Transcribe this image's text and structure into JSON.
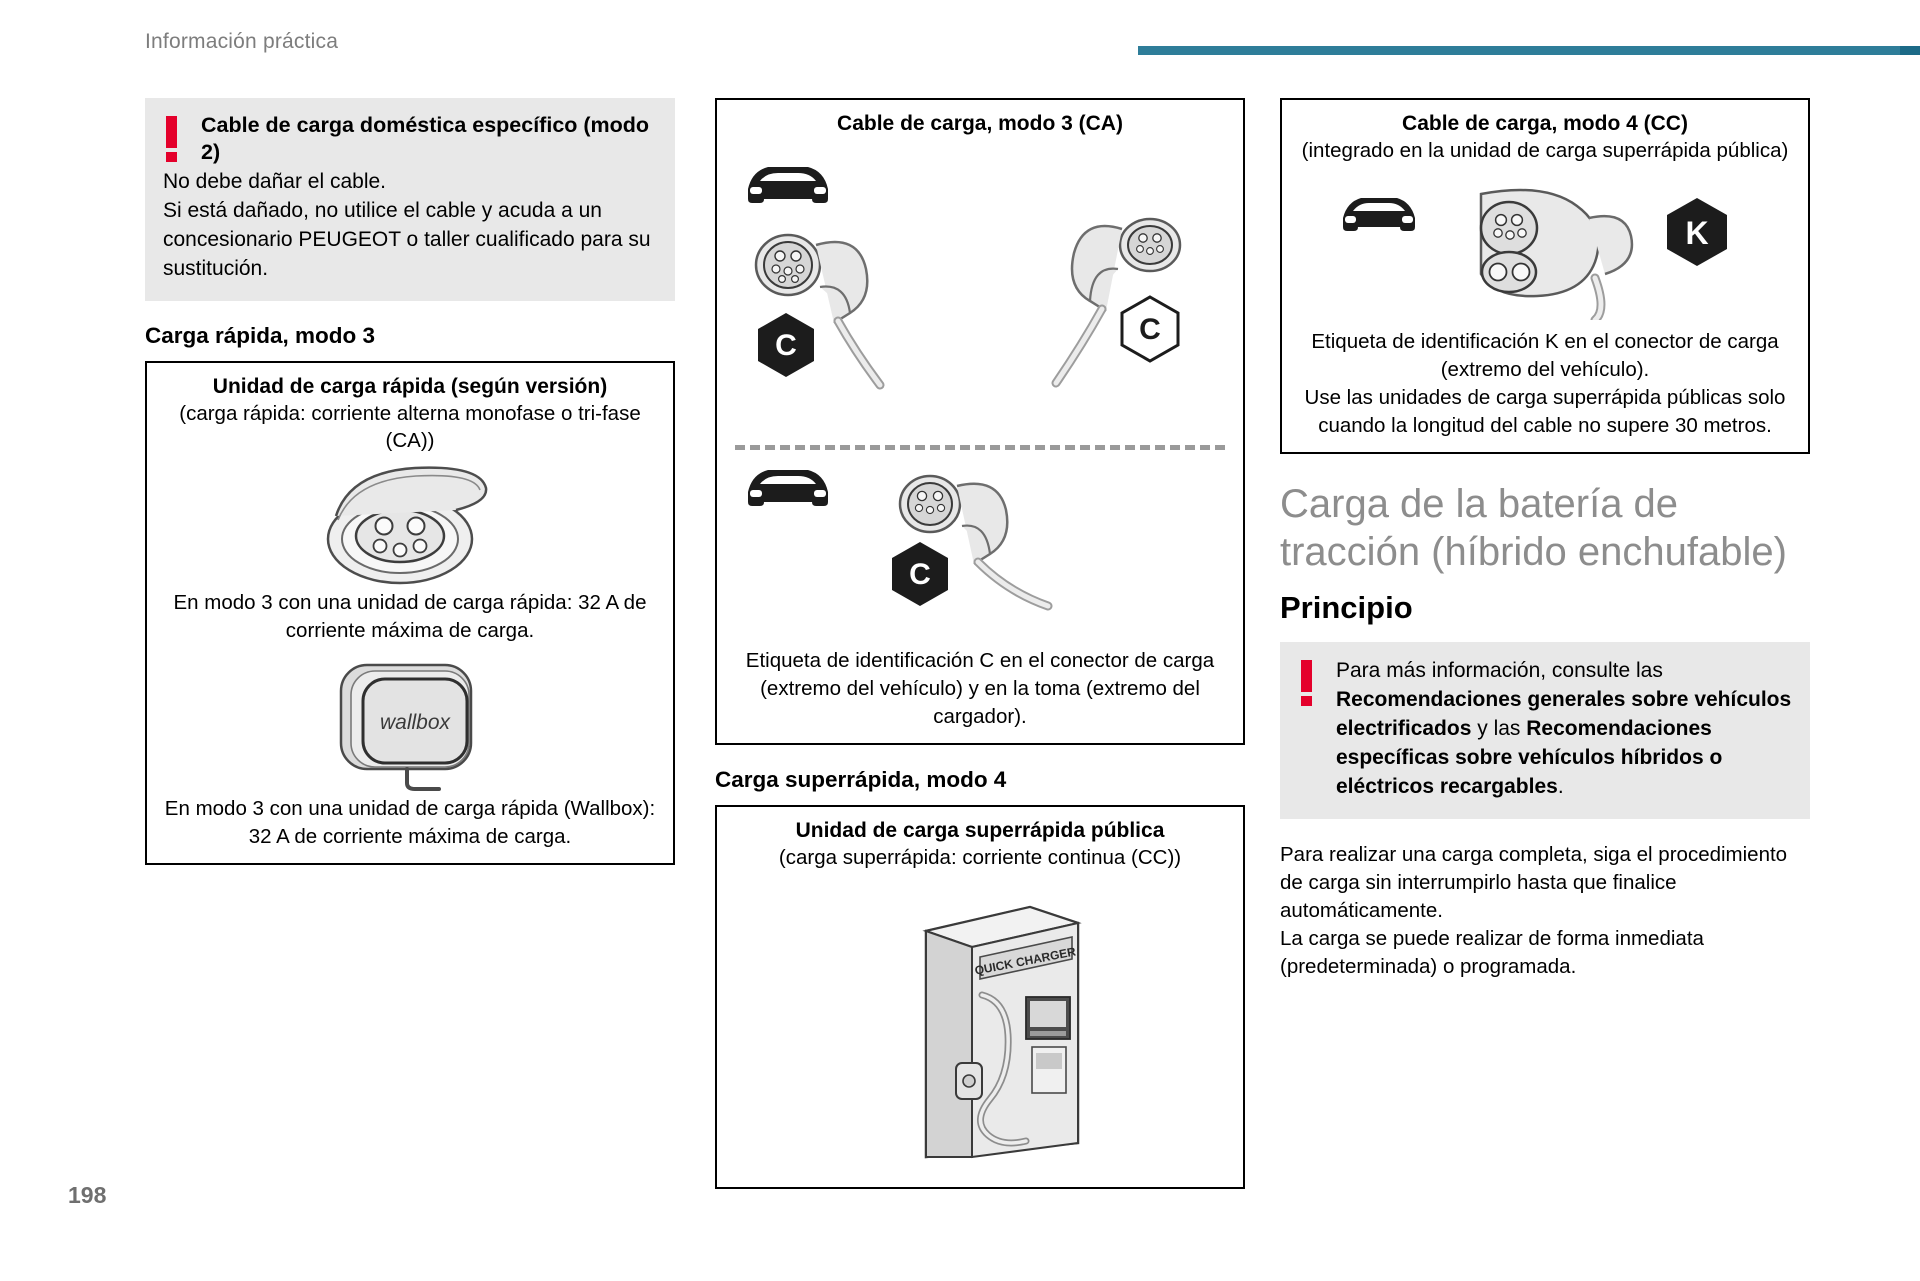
{
  "header": {
    "section_title": "Información práctica",
    "rule_color": "#2e7d99"
  },
  "page_number": "198",
  "left_column": {
    "warning": {
      "icon": "exclamation-icon",
      "title": "Cable de carga doméstica específico (modo 2)",
      "lines": [
        "No debe dañar el cable.",
        "Si está dañado, no utilice el cable y acuda a un concesionario PEUGEOT o taller cualificado para su sustitución."
      ]
    },
    "section_heading": "Carga rápida, modo 3",
    "box": {
      "title": "Unidad de carga rápida (según versión)",
      "subtitle": "(carga rápida: corriente alterna monofase o tri-fase (CA))",
      "caption_1": "En modo 3 con una unidad de carga rápida: 32 A de corriente máxima de carga.",
      "wallbox_label": "wallbox",
      "caption_2": "En modo 3 con una unidad de carga rápida (Wallbox): 32 A de corriente máxima de carga."
    }
  },
  "middle_column": {
    "box_mode3": {
      "title": "Cable de carga, modo 3 (CA)",
      "badge_filled": "C",
      "badge_outline": "C",
      "badge_filled_2": "C",
      "caption": "Etiqueta de identificación C en el conector de carga (extremo del vehículo) y en la toma (extremo del cargador)."
    },
    "section_heading": "Carga superrápida, modo 4",
    "box_mode4": {
      "title": "Unidad de carga superrápida pública",
      "subtitle": "(carga superrápida: corriente continua (CC))",
      "charger_label": "QUICK CHARGER"
    }
  },
  "right_column": {
    "box_mode4_cable": {
      "title": "Cable de carga, modo 4 (CC)",
      "subtitle": "(integrado en la unidad de carga superrápida pública)",
      "badge": "K",
      "caption_lines": [
        "Etiqueta de identificación K en el conector de carga (extremo del vehículo).",
        "Use las unidades de carga superrápida públicas solo cuando la longitud del cable no supere 30 metros."
      ]
    },
    "big_heading": "Carga de la batería de tracción (híbrido enchufable)",
    "sub_heading": "Principio",
    "warning": {
      "icon": "exclamation-icon",
      "text_parts": [
        {
          "text": "Para más información, consulte las ",
          "bold": false
        },
        {
          "text": "Recomendaciones generales sobre vehículos electrificados",
          "bold": true
        },
        {
          "text": " y las ",
          "bold": false
        },
        {
          "text": "Recomendaciones específicas sobre vehículos híbridos o eléctricos recargables",
          "bold": true
        },
        {
          "text": ".",
          "bold": false
        }
      ]
    },
    "paragraphs": [
      "Para realizar una carga completa, siga el procedimiento de carga sin interrumpirlo hasta que finalice automáticamente.",
      "La carga se puede realizar de forma inmediata (predeterminada) o programada."
    ]
  },
  "colors": {
    "accent_teal": "#2e7d99",
    "warning_red": "#e4002b",
    "heading_grey": "#8d8d8d",
    "box_grey": "#e8e8e8"
  }
}
